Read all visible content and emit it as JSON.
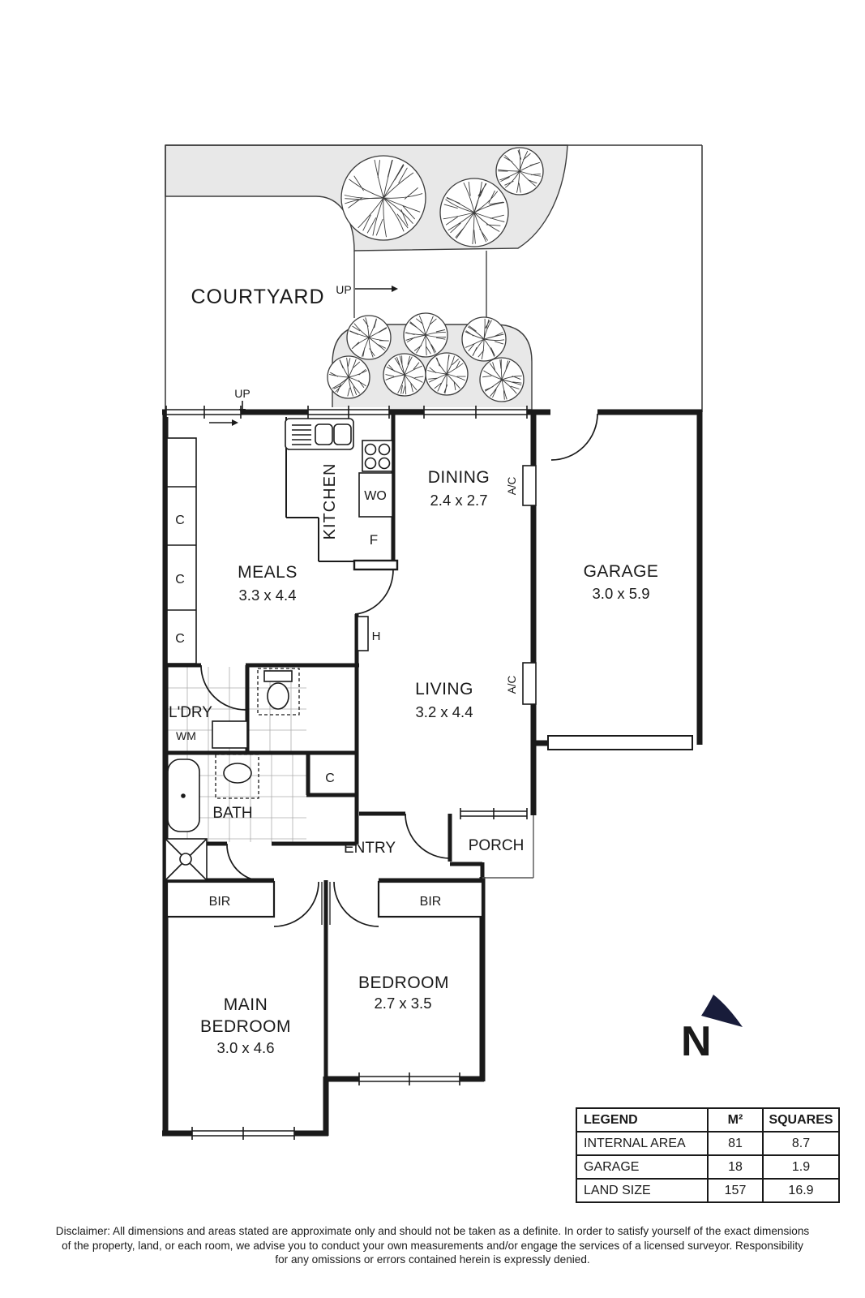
{
  "colors": {
    "wall": "#1a1a1a",
    "garden_bed": "#e8e8e8",
    "tree_stroke": "#3c3c3c",
    "north_arrow": "#181c3a"
  },
  "courtyard": {
    "label": "COURTYARD",
    "up": "UP"
  },
  "rooms": {
    "kitchen": {
      "label": "KITCHEN"
    },
    "dining": {
      "label": "DINING",
      "dims": "2.4 x 2.7"
    },
    "garage": {
      "label": "GARAGE",
      "dims": "3.0 x 5.9"
    },
    "meals": {
      "label": "MEALS",
      "dims": "3.3 x 4.4"
    },
    "living": {
      "label": "LIVING",
      "dims": "3.2 x 4.4"
    },
    "laundry": {
      "label": "L'DRY"
    },
    "bath": {
      "label": "BATH"
    },
    "entry": {
      "label": "ENTRY"
    },
    "porch": {
      "label": "PORCH"
    },
    "main_bedroom": {
      "label_line1": "MAIN",
      "label_line2": "BEDROOM",
      "dims": "3.0 x 4.6"
    },
    "bedroom": {
      "label": "BEDROOM",
      "dims": "2.7 x 3.5"
    }
  },
  "fixtures": {
    "wall_oven": "WO",
    "fridge": "F",
    "heater": "H",
    "washing_machine": "WM",
    "cupboard": "C",
    "air_conditioner": "A/C",
    "built_in_robe": "BIR"
  },
  "compass": {
    "north": "N"
  },
  "legend": {
    "headers": [
      "LEGEND",
      "M²",
      "SQUARES"
    ],
    "rows": [
      [
        "INTERNAL AREA",
        "81",
        "8.7"
      ],
      [
        "GARAGE",
        "18",
        "1.9"
      ],
      [
        "LAND SIZE",
        "157",
        "16.9"
      ]
    ]
  },
  "disclaimer": {
    "line1": "Disclaimer: All dimensions and areas stated are approximate only and should not be taken as a definite. In order to satisfy yourself of the exact dimensions",
    "line2": "of the property, land, or each room, we advise you to conduct your own measurements and/or engage the services of a licensed surveyor. Responsibility",
    "line3": "for any omissions or errors contained herein is expressly denied."
  }
}
